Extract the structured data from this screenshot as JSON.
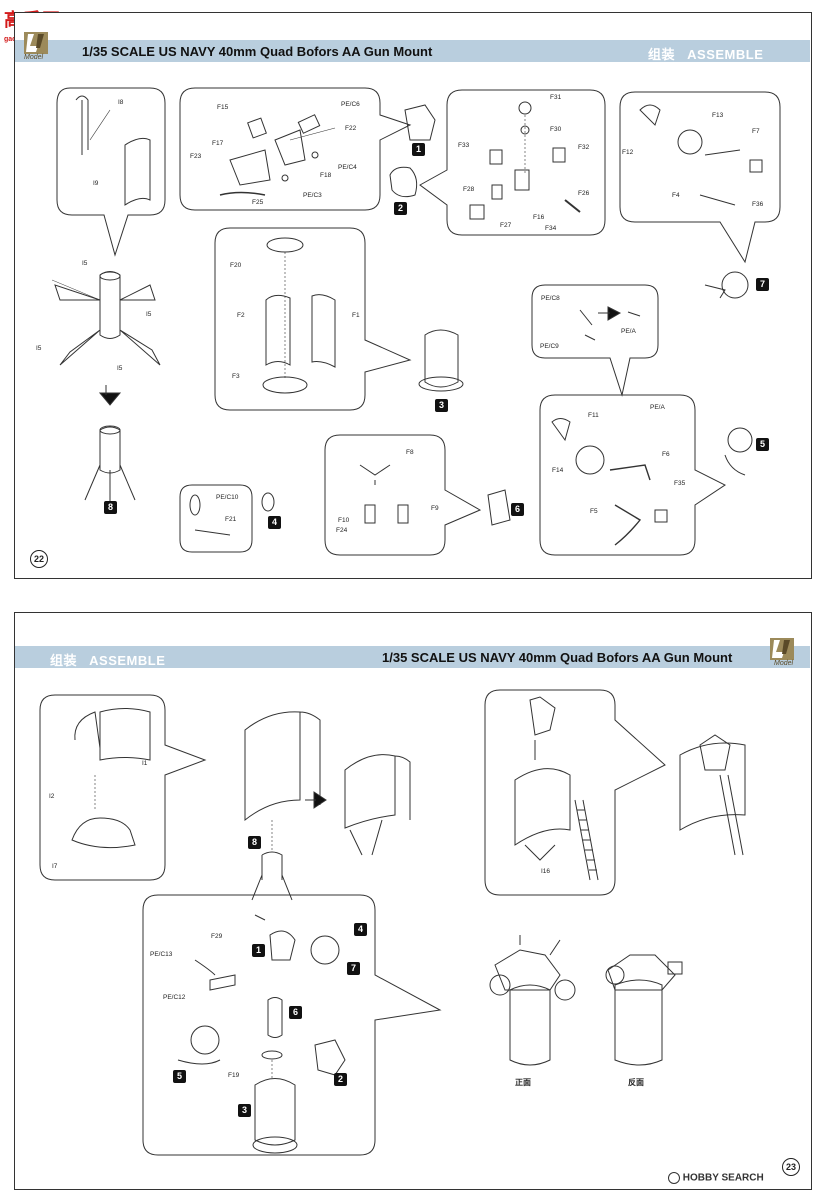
{
  "site_watermark": {
    "chars": "高手网",
    "url": "gao-shou.com"
  },
  "footer_watermark": {
    "icon": "hobby-search-logo-icon",
    "text": "HOBBY SEARCH"
  },
  "brand": {
    "logo_text": "Model"
  },
  "page1": {
    "title": "1/35 SCALE US NAVY 40mm Quad Bofors AA Gun Mount",
    "assemble_cn": "组装",
    "assemble_en": "ASSEMBLE",
    "page_number": "22",
    "labels": {
      "i8": "I8",
      "i9": "I9",
      "i5a": "I5",
      "i5b": "I5",
      "i5c": "I5",
      "i5d": "I5",
      "f15": "F15",
      "pec6": "PE/C6",
      "f22": "F22",
      "f17": "F17",
      "f23": "F23",
      "f18": "F18",
      "pec4": "PE/C4",
      "pec3": "PE/C3",
      "f25": "F25",
      "f31": "F31",
      "f30": "F30",
      "f33": "F33",
      "f32": "F32",
      "f28": "F28",
      "f26": "F26",
      "f27": "F27",
      "f16": "F16",
      "f34": "F34",
      "f13": "F13",
      "f12": "F12",
      "f7": "F7",
      "f4": "F4",
      "f36": "F36",
      "f20": "F20",
      "f2": "F2",
      "f1": "F1",
      "f3": "F3",
      "pec8": "PE/C8",
      "pec9": "PE/C9",
      "pea1": "PE/A",
      "pea2": "PE/A",
      "f11": "F11",
      "f6": "F6",
      "f14": "F14",
      "f35": "F35",
      "f5": "F5",
      "pec10": "PE/C10",
      "f21": "F21",
      "f8": "F8",
      "f10": "F10",
      "f24": "F24",
      "f9": "F9"
    },
    "steps": [
      "1",
      "2",
      "3",
      "4",
      "5",
      "6",
      "7",
      "8"
    ]
  },
  "page2": {
    "title": "1/35 SCALE US NAVY 40mm Quad Bofors AA Gun Mount",
    "assemble_cn": "组装",
    "assemble_en": "ASSEMBLE",
    "page_number": "23",
    "labels": {
      "i1": "I1",
      "i2": "I2",
      "i7": "I7",
      "i16": "I16",
      "f29": "F29",
      "pec13": "PE/C13",
      "pec12": "PE/C12",
      "f19": "F19"
    },
    "steps": [
      "8",
      "1",
      "4",
      "7",
      "6",
      "5",
      "2",
      "3"
    ],
    "view_front": "正面",
    "view_back": "反面"
  },
  "colors": {
    "band": "#b9cede",
    "band_text": "#ffffff",
    "line": "#333333",
    "badge": "#111111"
  }
}
